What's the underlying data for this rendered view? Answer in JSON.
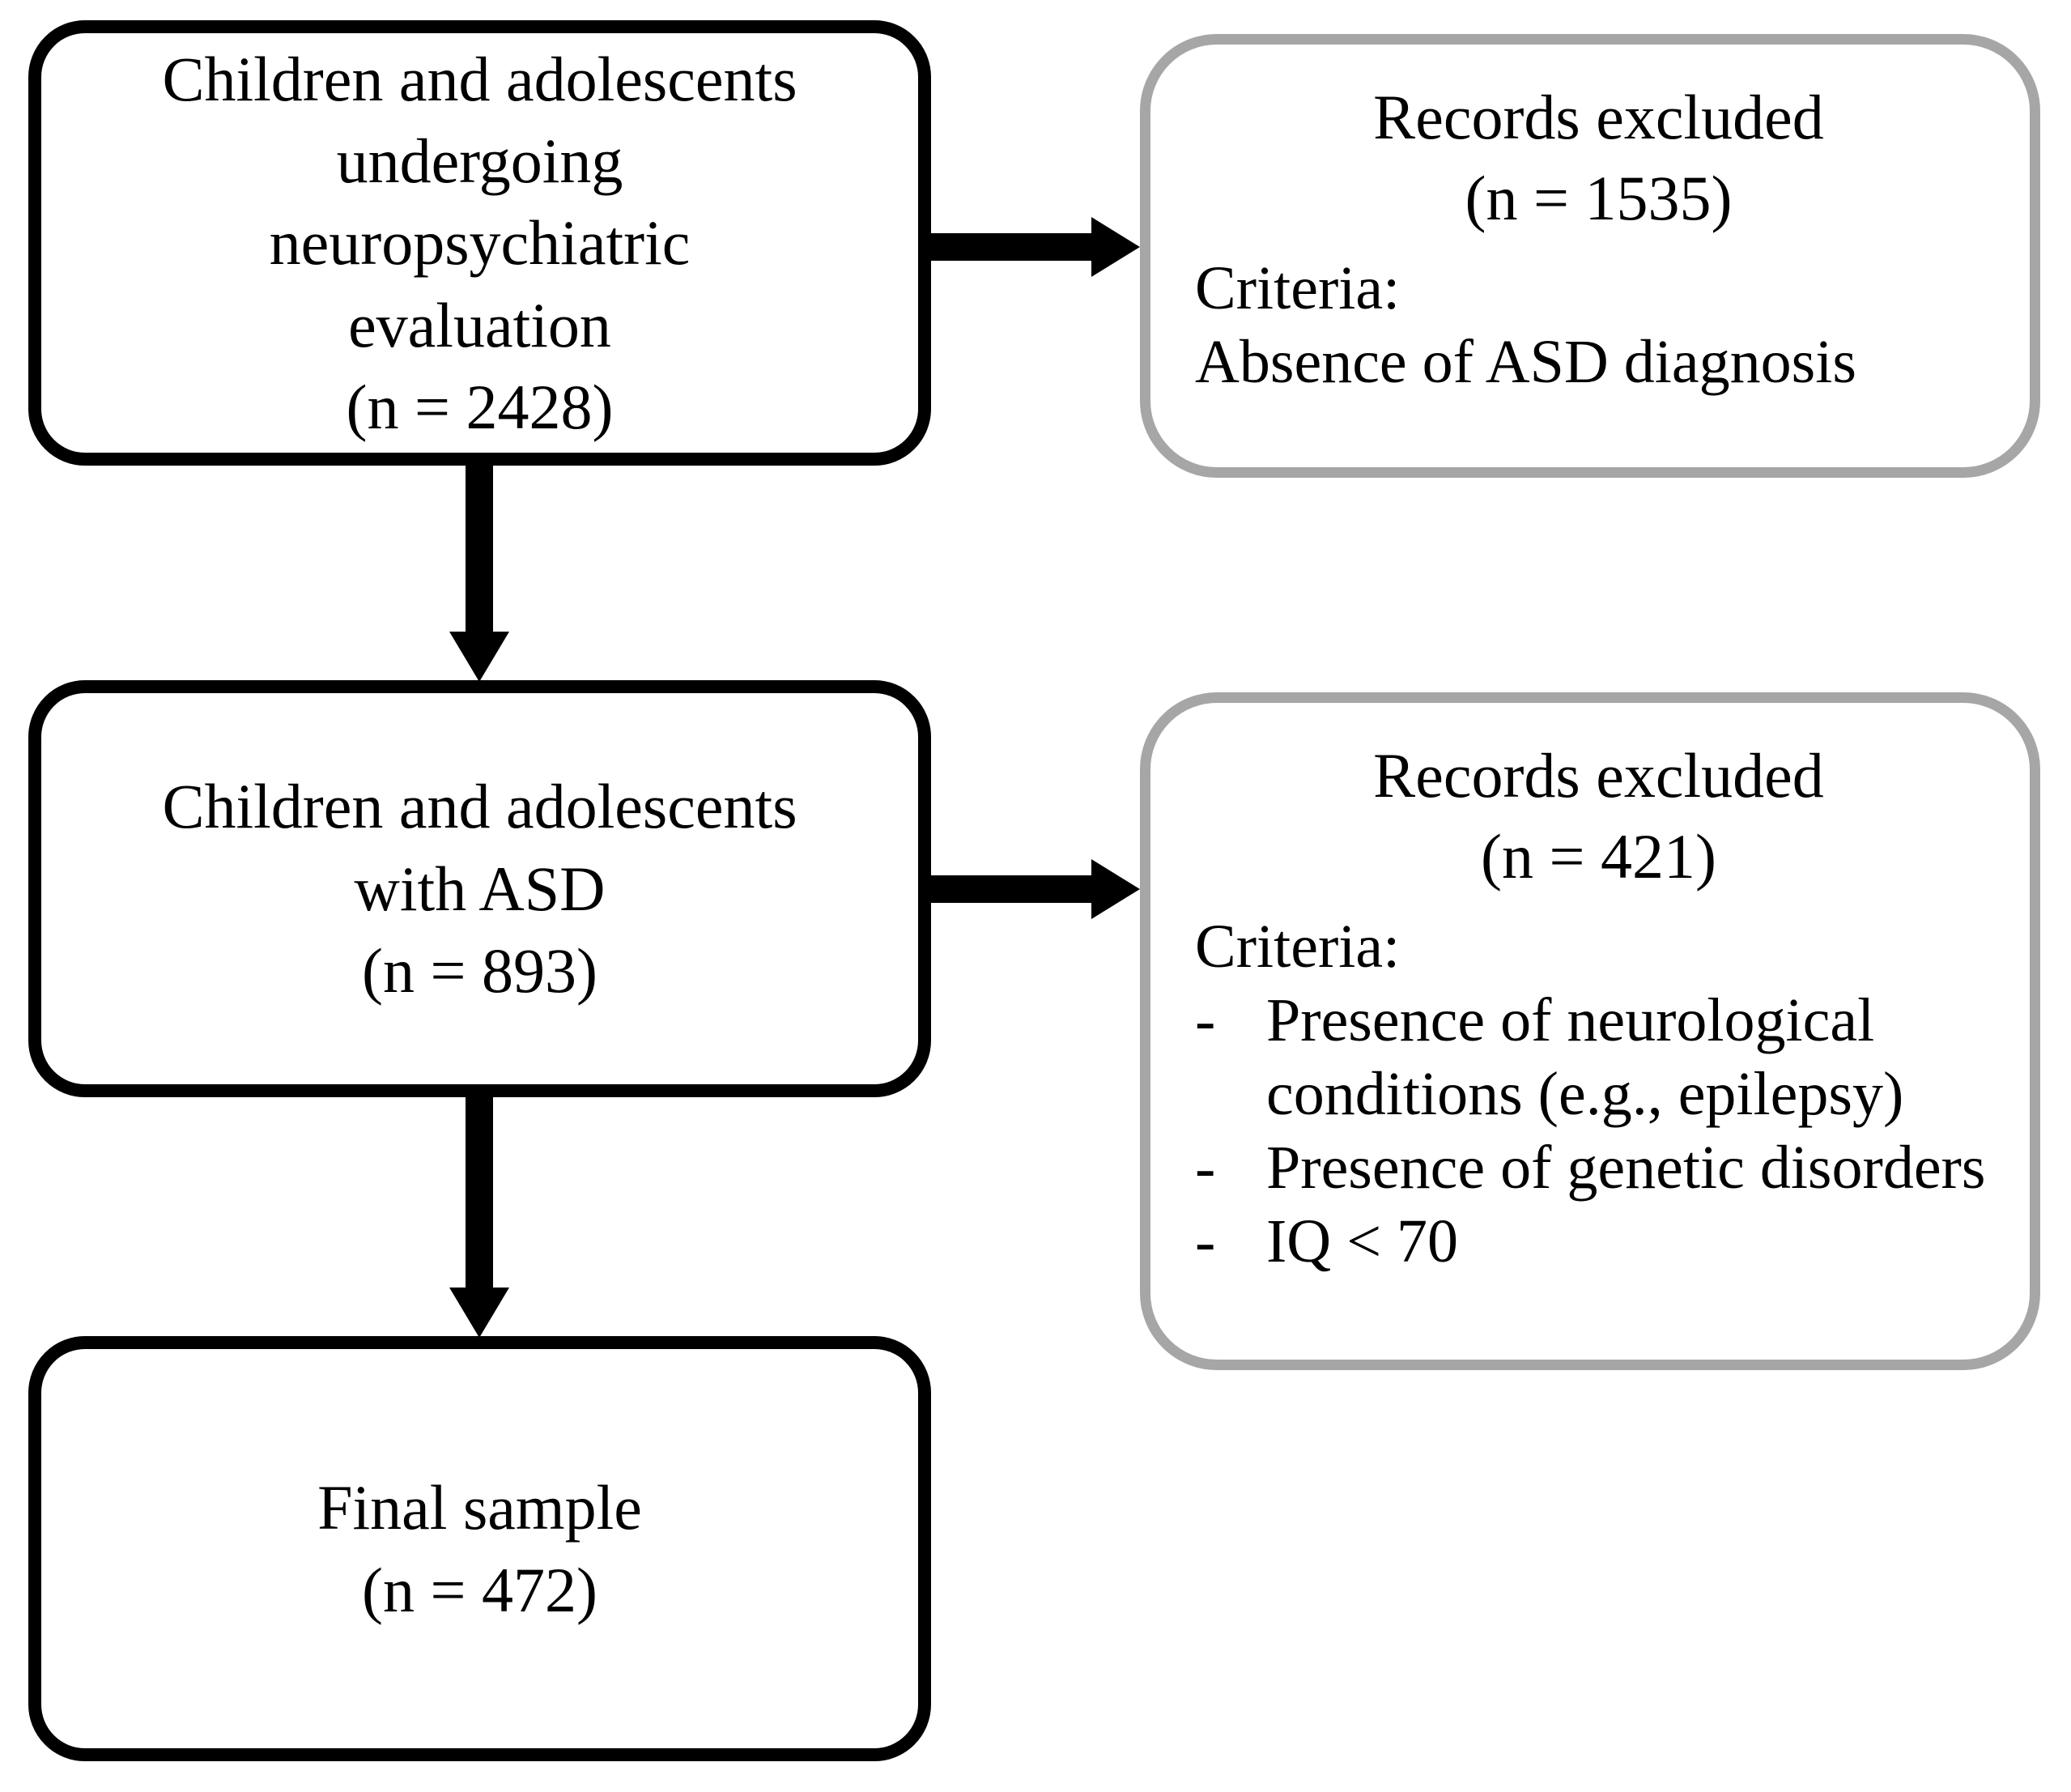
{
  "boxes": {
    "population": {
      "lines": [
        "Children and adolescents",
        "undergoing",
        "neuropsychiatric",
        "evaluation",
        "(n = 2428)"
      ]
    },
    "excluded1": {
      "title_lines": [
        "Records excluded",
        "(n = 1535)"
      ],
      "criteria_label": "Criteria:",
      "items": [
        "Absence of ASD diagnosis"
      ]
    },
    "asd": {
      "lines": [
        "Children and adolescents",
        "with ASD",
        "(n = 893)"
      ]
    },
    "excluded2": {
      "title_lines": [
        "Records excluded",
        "(n = 421)"
      ],
      "criteria_label": "Criteria:",
      "bullet": "-",
      "items": [
        "Presence of neurological conditions (e.g., epilepsy)",
        "Presence of genetic disorders",
        "IQ < 70"
      ]
    },
    "final": {
      "lines": [
        "Final sample",
        "(n = 472)"
      ]
    }
  },
  "colors": {
    "box_border": "#000000",
    "excluded_box_border": "#a6a6a6",
    "arrow": "#000000",
    "text": "#000000",
    "background": "#ffffff"
  }
}
